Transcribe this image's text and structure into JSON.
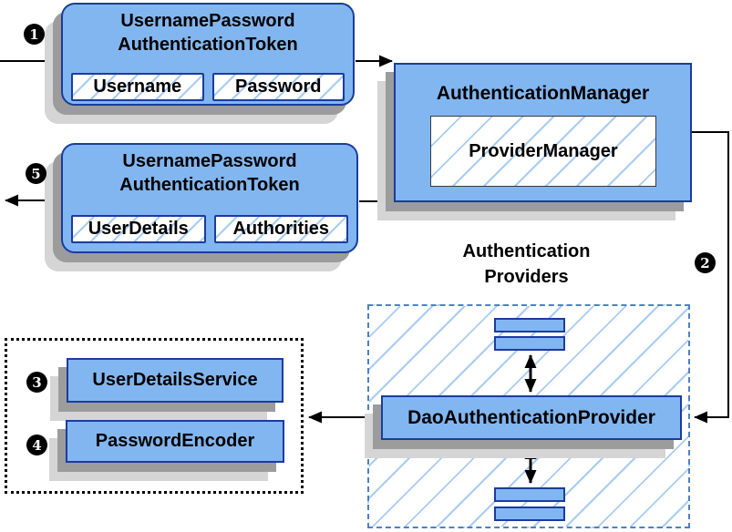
{
  "diagram": {
    "steps": {
      "one": "1",
      "two": "2",
      "three": "3",
      "four": "4",
      "five": "5"
    },
    "request_token": {
      "title_line1": "UsernamePassword",
      "title_line2": "AuthenticationToken",
      "fields": [
        "Username",
        "Password"
      ]
    },
    "result_token": {
      "title_line1": "UsernamePassword",
      "title_line2": "AuthenticationToken",
      "fields": [
        "UserDetails",
        "Authorities"
      ]
    },
    "authentication_manager": {
      "title": "AuthenticationManager",
      "inner_label": "ProviderManager"
    },
    "authentication_providers": {
      "label_line1": "Authentication",
      "label_line2": "Providers",
      "dao_provider_label": "DaoAuthenticationProvider"
    },
    "collaborators": {
      "user_details_service_label": "UserDetailsService",
      "password_encoder_label": "PasswordEncoder"
    },
    "colors": {
      "node_fill": "#82B6F0",
      "node_border": "#1A3C9E",
      "hatch_line": "#A8CCF4",
      "providers_dash_border": "#4D80C4",
      "collaborators_dot_border": "#000000",
      "shadow_dark": "#9C9C9C",
      "shadow_light": "#D5D5D5",
      "connector": "#000000",
      "badge_background": "#000000",
      "badge_text": "#FFFFFF"
    }
  }
}
